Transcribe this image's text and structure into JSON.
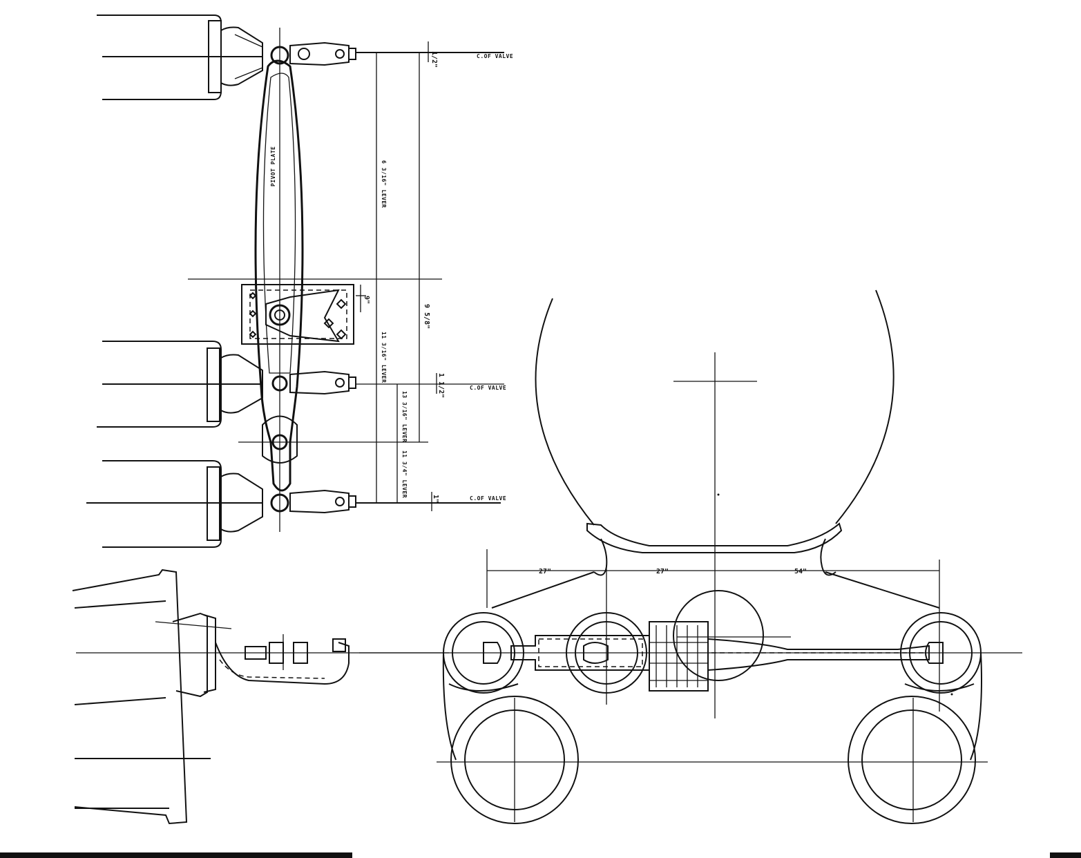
{
  "labels": {
    "cl_valve_top": "C.OF VALVE",
    "cl_valve_mid": "C.OF VALVE",
    "cl_valve_bot": "C.OF VALVE",
    "lever_top_len": "6 3/16\" LEVER",
    "lever_mid_len": "11 3/16\" LEVER",
    "lever_short_len": "13 3/16\" LEVER",
    "lever_bot_len": "11 3/4\" LEVER",
    "pivot_plate": "PIVOT PLATE",
    "overall_dim": "9 5/8\"",
    "bracket_dim": "9\"",
    "offset_top": "1/2\"",
    "offset_mid": "1 1/2\"",
    "offset_bot": "1\"",
    "spacing_1": "27\"",
    "spacing_2": "27\"",
    "spacing_3": "54\""
  },
  "colors": {
    "ink": "#111111",
    "paper": "#ffffff"
  }
}
